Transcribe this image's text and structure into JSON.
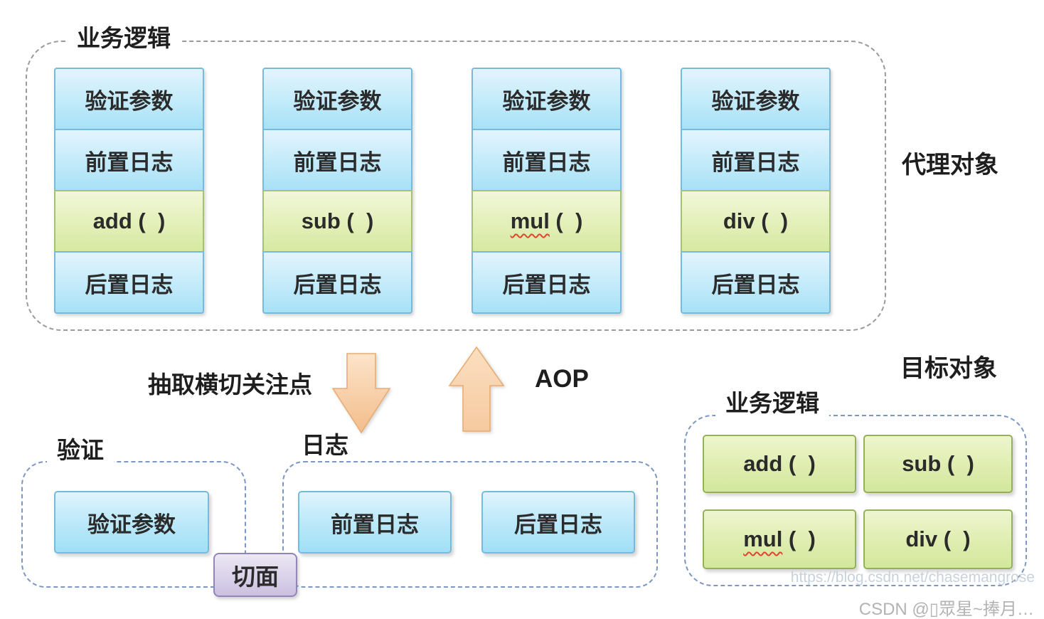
{
  "proxy": {
    "title": "业务逻辑",
    "side_label": "代理对象",
    "columns": [
      {
        "validate": "验证参数",
        "before": "前置日志",
        "method": "add (  )",
        "after": "后置日志"
      },
      {
        "validate": "验证参数",
        "before": "前置日志",
        "method": "sub (  )",
        "after": "后置日志"
      },
      {
        "validate": "验证参数",
        "before": "前置日志",
        "method_name": "mul",
        "method_rest": " (  )",
        "after": "后置日志"
      },
      {
        "validate": "验证参数",
        "before": "前置日志",
        "method": "div (  )",
        "after": "后置日志"
      }
    ]
  },
  "middle": {
    "extract_label": "抽取横切关注点",
    "aop_label": "AOP"
  },
  "validation_aspect": {
    "title": "验证",
    "box": "验证参数"
  },
  "log_aspect": {
    "title": "日志",
    "before": "前置日志",
    "after": "后置日志"
  },
  "aspect_badge": {
    "label": "切面"
  },
  "target": {
    "side_label": "目标对象",
    "title": "业务逻辑",
    "add": "add (  )",
    "sub": "sub (  )",
    "mul_name": "mul",
    "mul_rest": " (  )",
    "div": "div (  )"
  },
  "watermark": {
    "url": "https://blog.csdn.net/chasemangrose",
    "credit": "CSDN @▯眾星~捧月…"
  },
  "colors": {
    "box_blue_border": "#76bbdb",
    "box_green_border": "#93b159",
    "badge_purple_border": "#9186b5",
    "arrow_fill_light": "#fce4ca",
    "arrow_fill_dark": "#f3bd8b",
    "arrow_stroke": "#e8ad75",
    "dash_gray": "#9a9a9a",
    "dash_blue": "#7b97c2",
    "squiggle_red": "#e0452e"
  }
}
